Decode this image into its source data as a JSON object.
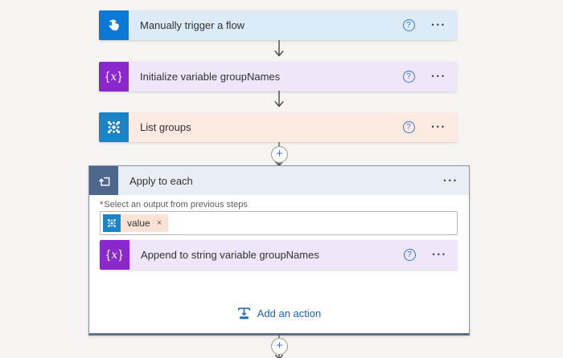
{
  "colors": {
    "canvas_bg": "#f6f5f3",
    "card_text": "#323130",
    "trigger_bg": "#dcebf8",
    "trigger_icon": "#0b79d6",
    "variable_bg": "#f0e6fa",
    "variable_icon": "#8a28cd",
    "groups_bg": "#fdeae1",
    "groups_icon": "#1d83c7",
    "scope_header_bg": "#e9eef4",
    "scope_icon": "#4e678c",
    "scope_border": "#8493a8",
    "scope_border_dark": "#5f7189",
    "help_blue": "#3673d9",
    "link_blue": "#1566c0",
    "arrow_gray": "#474543",
    "token_bg": "#fbe2d7",
    "dismiss_red": "#9e4a33",
    "required_red": "#a4262c",
    "label_gray": "#605e5c",
    "input_border": "#b8b6b4",
    "plus_blue": "#2e7cd6",
    "circle_border": "#9b9997",
    "ellipsis_gray": "#3d3c3b"
  },
  "glyphs": {
    "help": "?",
    "ellipsis": "•••",
    "plus": "+",
    "brace_open": "{",
    "variable_x": "x",
    "brace_close": "}"
  },
  "cards": [
    {
      "title": "Manually trigger a flow"
    },
    {
      "title": "Initialize variable groupNames"
    },
    {
      "title": "List groups"
    }
  ],
  "scope": {
    "title": "Apply to each",
    "field": {
      "required_mark": "*",
      "label": "Select an output from previous steps",
      "token": {
        "label": "value",
        "dismiss": "×"
      }
    },
    "action": {
      "title": "Append to string variable groupNames"
    },
    "add_action_label": "Add an action"
  }
}
